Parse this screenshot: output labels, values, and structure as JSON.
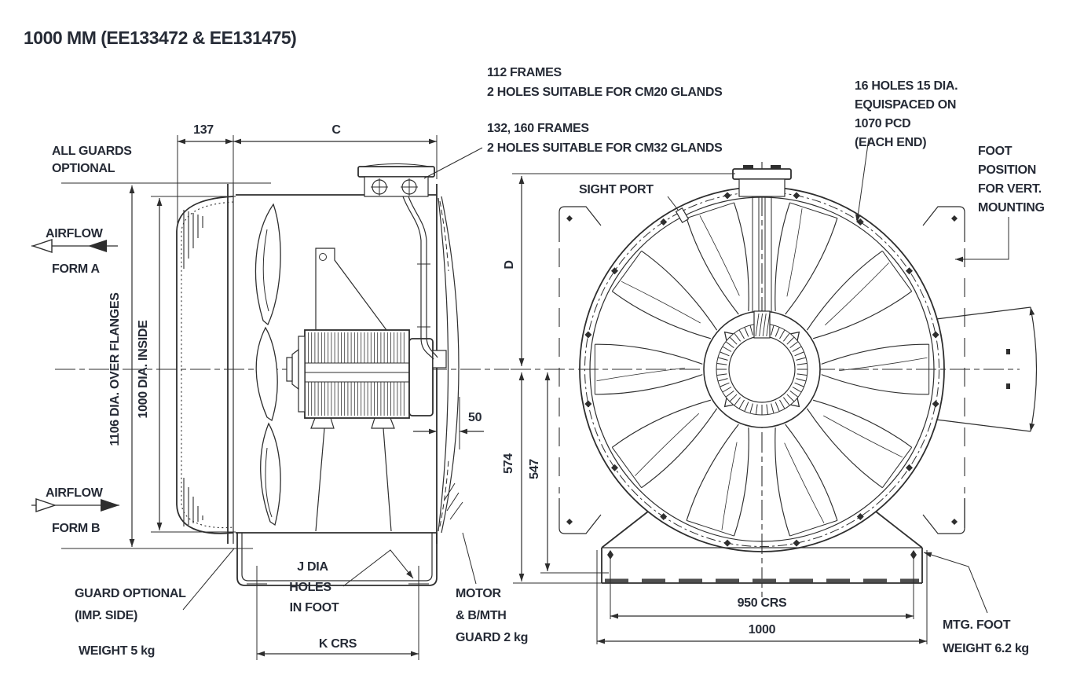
{
  "title": "1000 MM (EE133472 & EE131475)",
  "colors": {
    "line": "#2e2e2e",
    "text": "#262b36",
    "foot_dash": "#4f4f4f"
  },
  "notes": {
    "frames112_1": "112 FRAMES",
    "frames112_2": "2 HOLES SUITABLE FOR CM20 GLANDS",
    "frames132_1": "132, 160 FRAMES",
    "frames132_2": "2 HOLES SUITABLE FOR CM32 GLANDS",
    "holes_1": "16 HOLES 15 DIA.",
    "holes_2": "EQUISPACED ON",
    "holes_3": "1070 PCD",
    "holes_4": "(EACH END)",
    "footpos_1": "FOOT",
    "footpos_2": "POSITION",
    "footpos_3": "FOR VERT.",
    "footpos_4": "MOUNTING"
  },
  "side": {
    "all_guards_1": "ALL GUARDS",
    "all_guards_2": "OPTIONAL",
    "airflow": "AIRFLOW",
    "form_a": "FORM A",
    "form_b": "FORM B",
    "dim_137": "137",
    "dim_c": "C",
    "dim_50": "50",
    "dia_over_flanges": "1106 DIA. OVER FLANGES",
    "dia_inside": "1000 DIA. INSIDE",
    "guard_optional_1": "GUARD OPTIONAL",
    "guard_optional_2": "(IMP. SIDE)",
    "weight": "WEIGHT 5 kg",
    "jdia_1": "J DIA",
    "jdia_2": "HOLES",
    "jdia_3": "IN FOOT",
    "k_crs": "K CRS",
    "motor_1": "MOTOR",
    "motor_2": "& B/MTH",
    "motor_3": "GUARD 2 kg"
  },
  "front": {
    "sight_port": "SIGHT PORT",
    "dim_d": "D",
    "dim_574": "574",
    "dim_547": "547",
    "dim_950": "950 CRS",
    "dim_1000": "1000",
    "mtg_1": "MTG. FOOT",
    "mtg_2": "WEIGHT 6.2 kg"
  }
}
